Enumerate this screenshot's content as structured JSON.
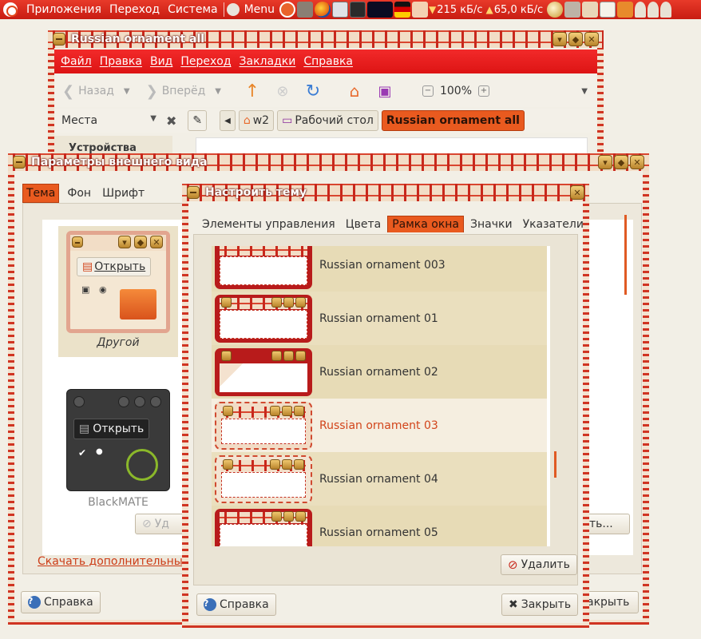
{
  "top_panel": {
    "menus": [
      "Приложения",
      "Переход",
      "Система"
    ],
    "menu_applet": "Menu",
    "net_down": "215 кБ/с",
    "net_up": "65,0 кБ/с"
  },
  "nautilus": {
    "title": "Russian ornament all",
    "menubar": [
      "Файл",
      "Правка",
      "Вид",
      "Переход",
      "Закладки",
      "Справка"
    ],
    "back": "Назад",
    "forward": "Вперёд",
    "zoom": "100%",
    "places_label": "Места",
    "crumbs": [
      "w2",
      "Рабочий стол",
      "Russian ornament all"
    ],
    "side_header": "Устройства"
  },
  "appearance": {
    "title": "Параметры внешнего вида",
    "tabs": [
      "Тема",
      "Фон",
      "Шрифт"
    ],
    "themes": [
      {
        "name": "Другой",
        "open_label": "Открыть"
      },
      {
        "name": "BlackMATE",
        "open_label": "Открыть"
      }
    ],
    "download_link": "Скачать дополнительные",
    "help": "Справка",
    "close": "акрыть",
    "hidden_delete": "Уд",
    "hidden_more": "ть..."
  },
  "customize": {
    "title": "Настроить тему",
    "tabs": [
      "Элементы управления",
      "Цвета",
      "Рамка окна",
      "Значки",
      "Указатели"
    ],
    "active_tab": "Рамка окна",
    "themes": [
      "Russian ornament 003",
      "Russian ornament 01",
      "Russian ornament 02",
      "Russian ornament 03",
      "Russian ornament 04",
      "Russian ornament 05"
    ],
    "selected_theme": "Russian ornament 03",
    "delete": "Удалить",
    "help": "Справка",
    "close": "Закрыть"
  },
  "colors": {
    "panel": "#d62418",
    "accent": "#e95a1f",
    "ornament_red": "#c8281c",
    "ornament_gold": "#c9953a"
  }
}
